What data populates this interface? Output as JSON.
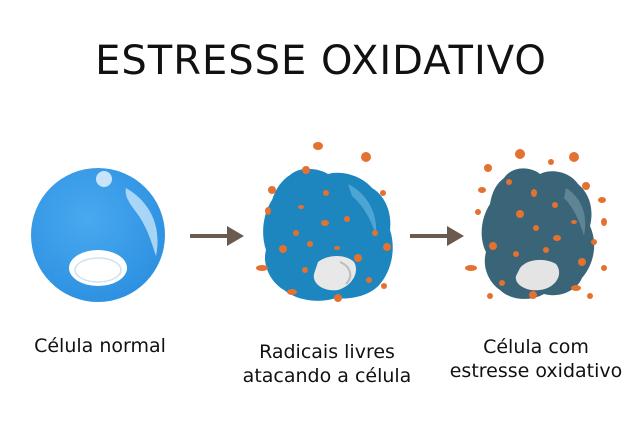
{
  "title": "ESTRESSE OXIDATIVO",
  "stages": [
    {
      "lines": [
        "Célula normal"
      ]
    },
    {
      "lines": [
        "Radicais livres",
        "atacando a célula"
      ]
    },
    {
      "lines": [
        "Célula com",
        "estresse oxidativo"
      ]
    }
  ],
  "colors": {
    "normal_cell": "#3399e6",
    "attacked_cell": "#1e86bf",
    "stressed_cell": "#3a6478",
    "free_radical": "#e4712f",
    "arrow": "#6b5a4e"
  },
  "icons": [
    "arrow-right-icon",
    "arrow-right-icon"
  ]
}
